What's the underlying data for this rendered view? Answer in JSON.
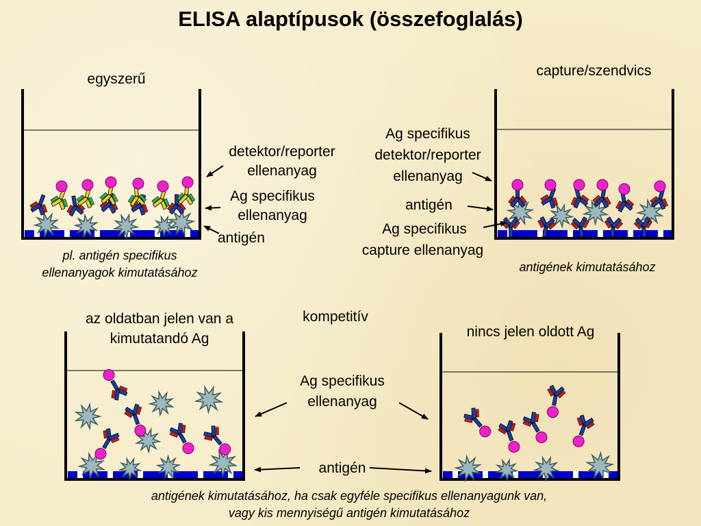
{
  "title": "ELISA alaptípusok (összefoglalás)",
  "simple": {
    "heading": "egyszerű",
    "label_detector_1": "detektor/reporter",
    "label_detector_2": "ellenanyag",
    "label_ag_ab_1": "Ag specifikus",
    "label_ag_ab_2": "ellenanyag",
    "label_antigen": "antigén",
    "caption_1": "pl. antigén specifikus",
    "caption_2": "ellenanyagok kimutatásához"
  },
  "sandwich": {
    "heading": "capture/szendvics",
    "label_detector_1": "Ag specifikus",
    "label_detector_2": "detektor/reporter",
    "label_detector_3": "ellenanyag",
    "label_antigen": "antigén",
    "label_capture_1": "Ag specifikus",
    "label_capture_2": "capture ellenanyag",
    "caption": "antigének kimutatásához"
  },
  "competitive": {
    "heading": "kompetitív",
    "left_heading_1": "az oldatban jelen van a",
    "left_heading_2": "kimutatandó Ag",
    "right_heading": "nincs jelen oldott Ag",
    "label_ab_1": "Ag specifikus",
    "label_ab_2": "ellenanyag",
    "label_antigen": "antigén",
    "caption_1": "antigének kimutatásához, ha csak egyféle specifikus ellenanyagunk van,",
    "caption_2": "vagy kis mennyiségű antigén kimutatásához"
  },
  "colors": {
    "background": "#f6ecc8",
    "plate": "#0000cc",
    "antigen": "#9cb8bc",
    "antibody_heavy": "#1e3caa",
    "antibody_light": "#cc1a1a",
    "reporter_ab_heavy": "#e4d22a",
    "reporter_ab_light": "#2ab84a",
    "reporter_ball": "#ee22cc"
  }
}
